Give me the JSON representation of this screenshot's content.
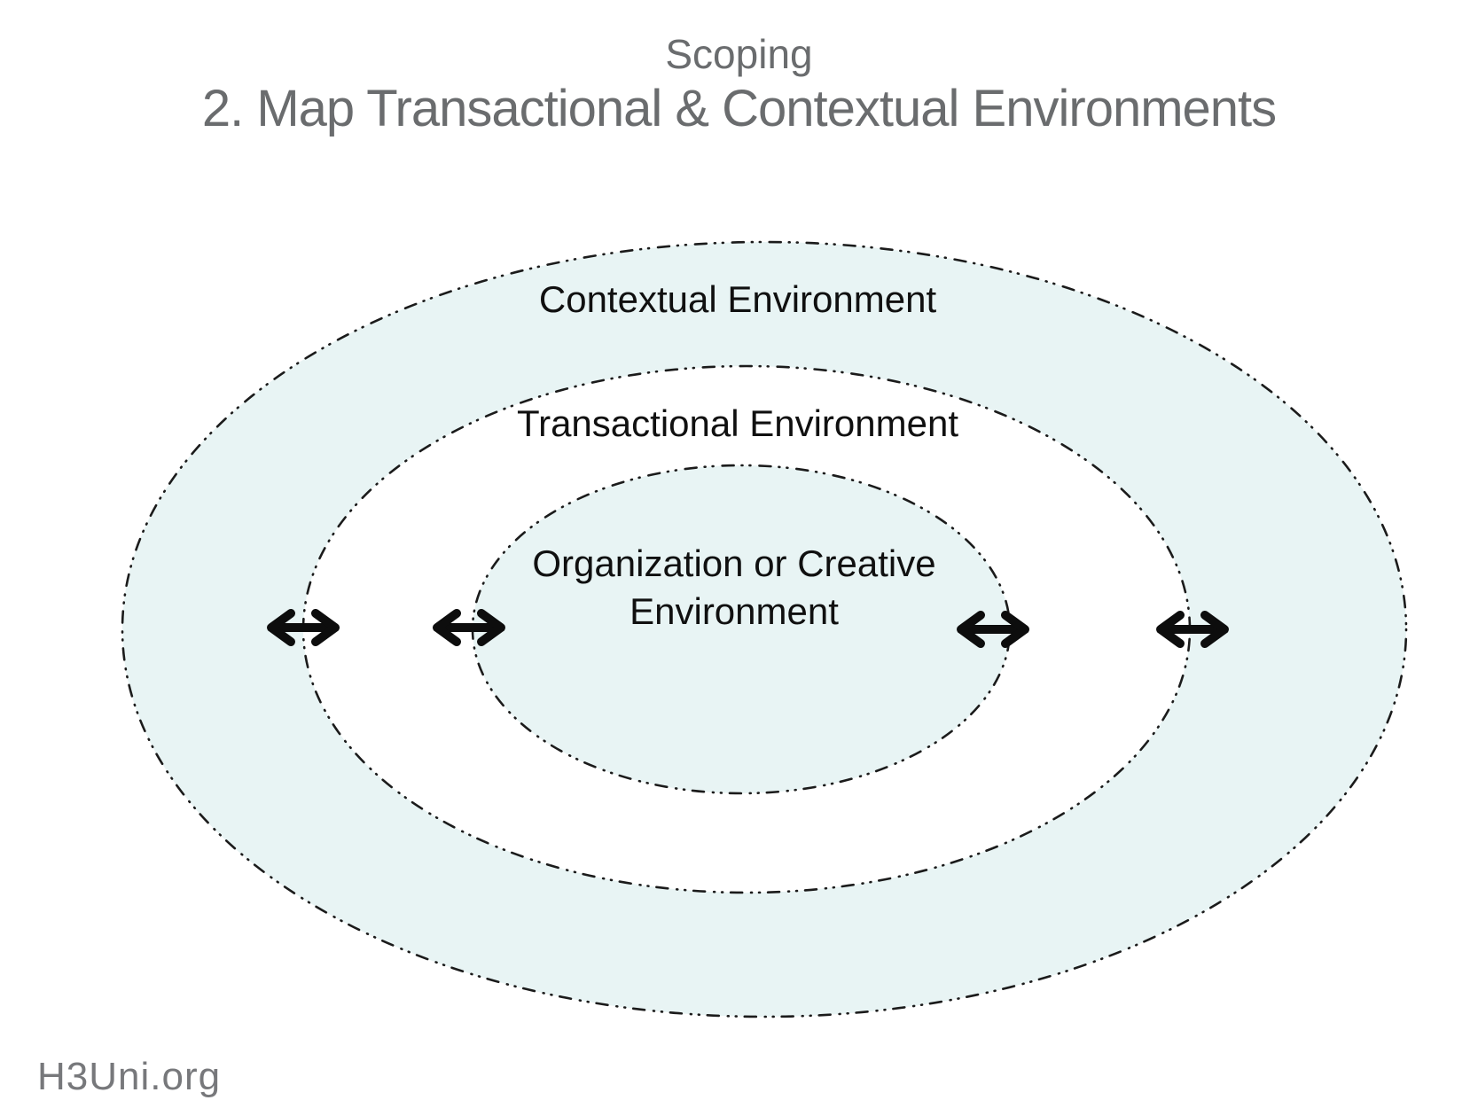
{
  "slide": {
    "title_line1": "Scoping",
    "title_line2": "2. Map Transactional & Contextual Environments",
    "footer": "H3Uni.org"
  },
  "diagram": {
    "rings": [
      {
        "id": "contextual",
        "label": "Contextual Environment",
        "fill": "#e8f4f4"
      },
      {
        "id": "transactional",
        "label": "Transactional Environment",
        "fill": "#ffffff"
      },
      {
        "id": "organization",
        "label_line1": "Organization or Creative",
        "label_line2": "Environment",
        "fill": "#e8f4f4"
      }
    ],
    "arrow_icon": "double-headed-arrow",
    "arrow_count": "4",
    "colors": {
      "ring_fill": "#e8f4f4",
      "ring_stroke": "#1b1b1b",
      "title_gray": "#6a6c6e",
      "footer_gray": "#77787b",
      "label_black": "#101010"
    }
  }
}
